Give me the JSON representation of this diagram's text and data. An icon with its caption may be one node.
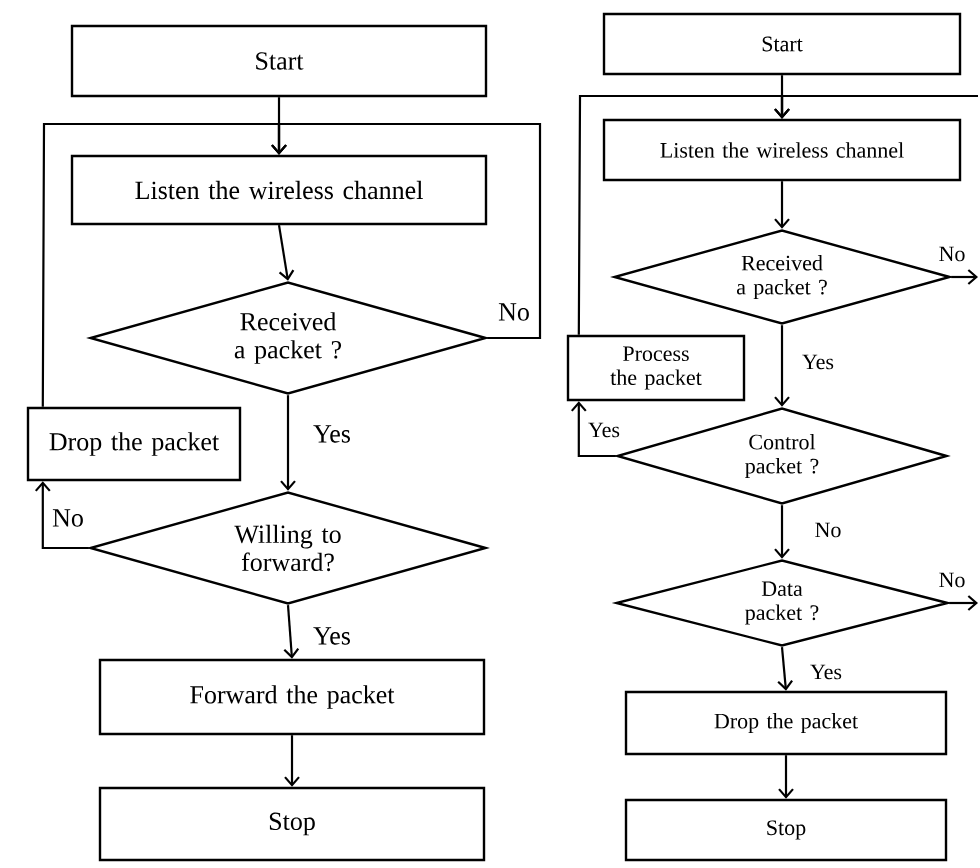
{
  "diagram": {
    "nodes": [
      {
        "text": [
          "Start"
        ]
      },
      {
        "text": [
          "Listen the wireless channel"
        ]
      },
      {
        "text": [
          "Received a packet ?"
        ]
      },
      {
        "text": [
          "Drop the packet"
        ]
      },
      {
        "text": [
          "Willing to forward?"
        ]
      },
      {
        "text": [
          "Forward the packet"
        ]
      },
      {
        "text": [
          "Stop"
        ]
      },
      {
        "text": [
          "Start"
        ]
      },
      {
        "text": [
          "Listen the wireless channel"
        ]
      },
      {
        "text": [
          "Received a packet ?"
        ]
      },
      {
        "text": [
          "Process the packet"
        ]
      },
      {
        "text": [
          "Control packet ?"
        ]
      },
      {
        "text": [
          "Data packet ?"
        ]
      },
      {
        "text": [
          "Drop the packet"
        ]
      },
      {
        "text": [
          "Stop"
        ]
      }
    ],
    "edges": [
      {
        "from": 0,
        "to": 1,
        "arrow": "to"
      },
      {
        "from": 1,
        "to": 2,
        "arrow": "to"
      },
      {
        "from": 2,
        "to": 1,
        "arrow": "to",
        "label": "No"
      },
      {
        "from": 2,
        "to": 4,
        "arrow": "to",
        "label": "Yes"
      },
      {
        "from": 4,
        "to": 3,
        "arrow": "to",
        "label": "No"
      },
      {
        "from": 3,
        "to": 1,
        "arrow": "to"
      },
      {
        "from": 4,
        "to": 5,
        "arrow": "to",
        "label": "Yes"
      },
      {
        "from": 5,
        "to": 6,
        "arrow": "to"
      },
      {
        "from": 7,
        "to": 8,
        "arrow": "to"
      },
      {
        "from": 8,
        "to": 9,
        "arrow": "to"
      },
      {
        "from": 9,
        "to": null,
        "arrow": "to",
        "label": "No"
      },
      {
        "from": 9,
        "to": 11,
        "arrow": "to",
        "label": "Yes"
      },
      {
        "from": 11,
        "to": 10,
        "arrow": "to",
        "label": "Yes"
      },
      {
        "from": 10,
        "to": 8,
        "arrow": "to"
      },
      {
        "from": 11,
        "to": 12,
        "arrow": "to",
        "label": "No"
      },
      {
        "from": 12,
        "to": null,
        "arrow": "to",
        "label": "No"
      },
      {
        "from": 12,
        "to": 13,
        "arrow": "to",
        "label": "Yes"
      },
      {
        "from": 13,
        "to": 14,
        "arrow": "to"
      },
      {
        "from": null,
        "to": 8,
        "arrow": "to"
      }
    ]
  }
}
